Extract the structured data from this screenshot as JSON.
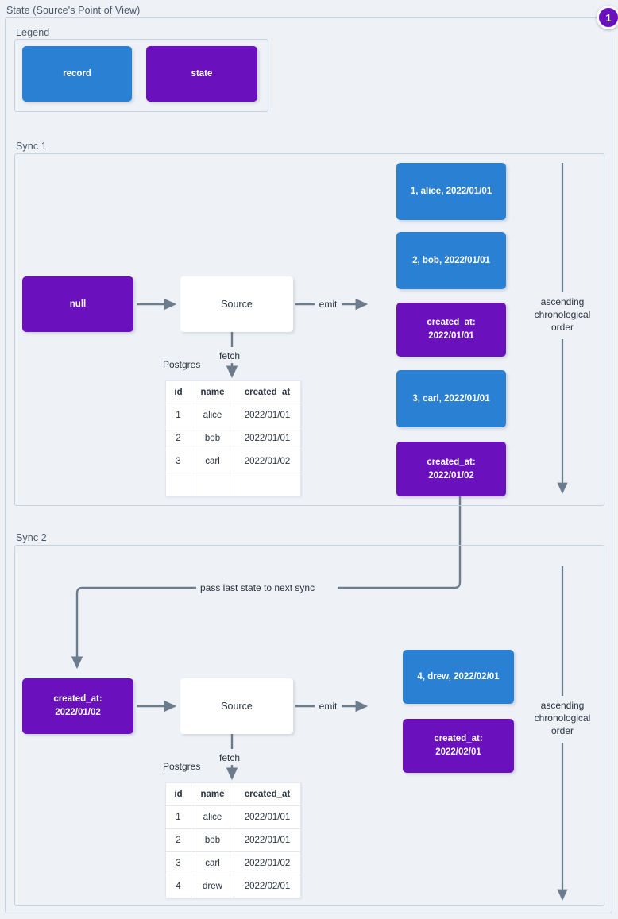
{
  "diagram": {
    "title": "State (Source's Point of View)",
    "badge": "1",
    "legend": {
      "label": "Legend",
      "items": [
        {
          "label": "record",
          "kind": "record",
          "color": "#2a80d2"
        },
        {
          "label": "state",
          "kind": "state",
          "color": "#6b10bd"
        }
      ]
    },
    "colors": {
      "record": "#2a80d2",
      "state": "#6b10bd",
      "background": "#eef1f6",
      "frame_border": "#c7d2de",
      "wire": "#6b7c8d",
      "text": "#2b3440",
      "label_text": "#4a5968"
    },
    "table_headers": [
      "id",
      "name",
      "created_at"
    ],
    "syncs": [
      {
        "label": "Sync 1",
        "input_state": "null",
        "source_label": "Source",
        "db_label": "Postgres",
        "fetch_label": "fetch",
        "emit_label": "emit",
        "order_note": "ascending\nchronological\norder",
        "rows": [
          [
            "1",
            "alice",
            "2022/01/01"
          ],
          [
            "2",
            "bob",
            "2022/01/01"
          ],
          [
            "3",
            "carl",
            "2022/01/02"
          ],
          [
            "",
            "",
            ""
          ]
        ],
        "stream": [
          {
            "kind": "record",
            "text": "1, alice, 2022/01/01"
          },
          {
            "kind": "record",
            "text": "2, bob, 2022/01/01"
          },
          {
            "kind": "state",
            "text": "created_at:\n2022/01/01"
          },
          {
            "kind": "record",
            "text": "3, carl, 2022/01/01"
          },
          {
            "kind": "state",
            "text": "created_at:\n2022/01/02"
          }
        ]
      },
      {
        "label": "Sync 2",
        "input_state": "created_at:\n2022/01/02",
        "source_label": "Source",
        "db_label": "Postgres",
        "fetch_label": "fetch",
        "emit_label": "emit",
        "order_note": "ascending\nchronological\norder",
        "rows": [
          [
            "1",
            "alice",
            "2022/01/01"
          ],
          [
            "2",
            "bob",
            "2022/01/01"
          ],
          [
            "3",
            "carl",
            "2022/01/02"
          ],
          [
            "4",
            "drew",
            "2022/02/01"
          ]
        ],
        "stream": [
          {
            "kind": "record",
            "text": "4, drew, 2022/02/01"
          },
          {
            "kind": "state",
            "text": "created_at:\n2022/02/01"
          }
        ]
      }
    ],
    "pass_state_label": "pass last state to next sync"
  }
}
